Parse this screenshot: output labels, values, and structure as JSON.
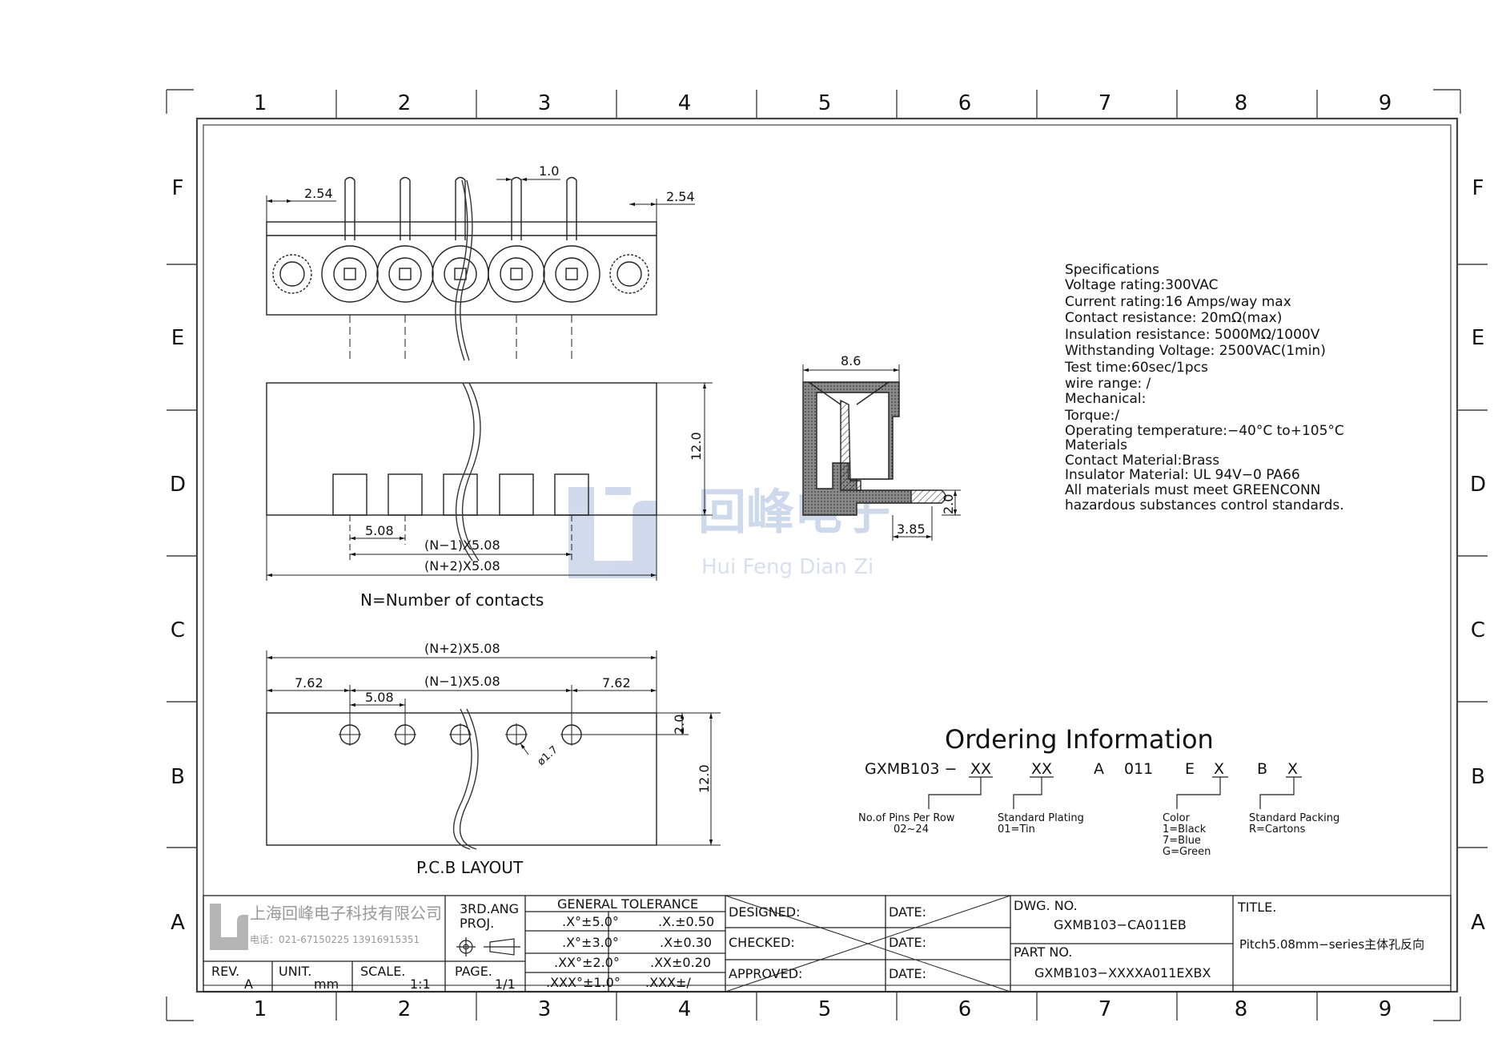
{
  "grid": {
    "cols": [
      "1",
      "2",
      "3",
      "4",
      "5",
      "6",
      "7",
      "8",
      "9"
    ],
    "rows": [
      "F",
      "E",
      "D",
      "C",
      "B",
      "A"
    ]
  },
  "front_view": {
    "dim_pitch_left": "2.54",
    "dim_pin": "1.0",
    "dim_pitch_right": "2.54"
  },
  "top_view": {
    "dim_height": "12.0",
    "dim_pitch": "5.08",
    "dim_n_minus_1": "(N−1)X5.08",
    "dim_n_plus_2": "(N+2)X5.08",
    "caption": "N=Number  of  contacts"
  },
  "side_view": {
    "dim_width": "8.6",
    "dim_pin_len": "2.0",
    "dim_offset": "3.85"
  },
  "pcb_layout": {
    "dim_n_plus_2": "(N+2)X5.08",
    "dim_n_minus_1": "(N−1)X5.08",
    "dim_left": "7.62",
    "dim_right": "7.62",
    "dim_pitch": "5.08",
    "dim_hole": "ø1.7",
    "dim_edge": "2.0",
    "dim_height": "12.0",
    "caption": "P.C.B  LAYOUT"
  },
  "watermark": {
    "name": "回峰电子",
    "pinyin": "Hui Feng Dian Zi"
  },
  "specifications": [
    "Specifications",
    "Voltage  rating:300VAC",
    "Current  rating:16  Amps/way  max",
    "Contact  resistance:  20mΩ(max)",
    "Insulation  resistance:  5000MΩ/1000V",
    "Withstanding  Voltage:  2500VAC(1min)",
    "Test  time:60sec/1pcs",
    "wire  range:  /",
    "Mechanical:",
    "Torque:/",
    "Operating  temperature:−40°C  to+105°C",
    "Materials",
    "Contact  Material:Brass",
    "Insulator  Material:  UL  94V−0  PA66",
    "All  materials  must  meet  GREENCONN",
    "hazardous  substances  control  standards."
  ],
  "ordering": {
    "title": "Ordering  Information",
    "code_prefix": "GXMB103  −",
    "seg_xx1": "XX",
    "seg_xx2": "XX",
    "seg_a": "A",
    "seg_011": "011",
    "seg_e": "E",
    "seg_x1": "X",
    "seg_b": "B",
    "seg_x2": "X",
    "pins_l1": "No.of  Pins  Per  Row",
    "pins_l2": "02~24",
    "plating_l1": "Standard  Plating",
    "plating_l2": "01=Tin",
    "color_l1": "Color",
    "color_l2": "1=Black",
    "color_l3": "7=Blue",
    "color_l4": "G=Green",
    "pack_l1": "Standard  Packing",
    "pack_l2": "R=Cartons"
  },
  "title_block": {
    "company": "上海回峰电子科技有限公司",
    "phone": "电话：021-67150225   13916915351",
    "proj_l1": "3RD.ANG",
    "proj_l2": "PROJ.",
    "tol_header": "GENERAL  TOLERANCE",
    "tol_rows": [
      [
        ".X°±5.0°",
        ".X.±0.50"
      ],
      [
        ".X°±3.0°",
        ".X±0.30"
      ],
      [
        ".XX°±2.0°",
        ".XX±0.20"
      ],
      [
        ".XXX°±1.0°",
        ".XXX±/"
      ]
    ],
    "rev_label": "REV.",
    "rev_value": "A",
    "unit_label": "UNIT.",
    "unit_value": "mm",
    "scale_label": "SCALE.",
    "scale_value": "1:1",
    "page_label": "PAGE.",
    "page_value": "1/1",
    "designed": "DESIGNED:",
    "checked": "CHECKED:",
    "approved": "APPROVED:",
    "date": "DATE:",
    "dwg_label": "DWG.  NO.",
    "dwg_value": "GXMB103−CA011EB",
    "part_label": "PART  NO.",
    "part_value": "GXMB103−XXXXA011EXBX",
    "title_label": "TITLE.",
    "title_value": "Pitch5.08mm−series主体孔反向"
  }
}
